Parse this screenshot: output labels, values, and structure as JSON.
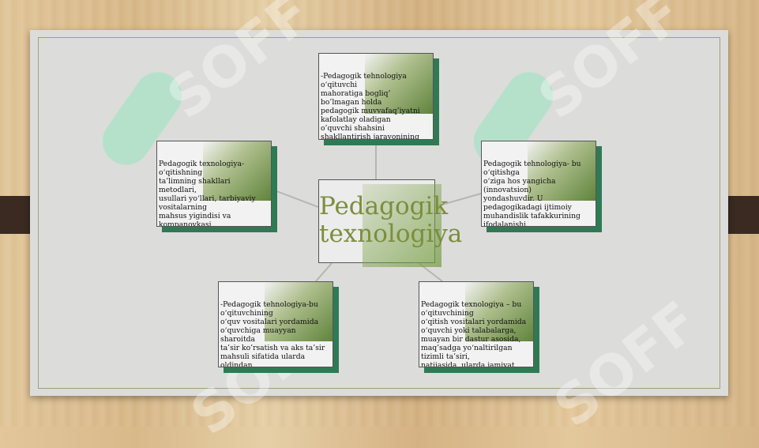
{
  "center": {
    "title": "Pedagogik\ntexnologiya"
  },
  "boxes": [
    {
      "text": "-Pedagogik tehnologiya o‘qituvchi\nmahoratiga bogliq’\nbo’lmagan holda\npedagogik muvvafaq’iyatni\nkafolatlay oladigan\no’quvchi shahsini\nshakllantirish jarayonining\nloyihasidir.\n (V.P.Bespalko)"
    },
    {
      "text": " Pedagogik texnologiya-o‘qitishning\n ta’limning shakllari metodlari,\n usullari yo‘llari, tarbiyaviy vositalarning\nmahsus yigindisi va kompanovkasi\n(joylashuvi)ni belgilovchi psihologik\n- tartiblar (ustanovka) lar majmuasi;\n   u pedagogik jarayonning tashkiliy\nuslubiy vositalaridan iborat\n(B.T.Lixachev)"
    },
    {
      "text": "Pedagogik tehnologiya- bu o‘qitishga\n o‘ziga hos  yangicha (innovatsion)\nyondashuvdir. U pedagogikadagi ijtimoiy\n muhandislik tafakkurining  ifodalanishi.\nTehnokratik  ilmiy ongning pedagogika\n sohasiga ko‘chirilgan tasviri, ta’lim\njarayonining  muayyan standartlashuvi\nhisoblanadi.\n(B.L. Faberman)"
    },
    {
      "text": "-Pedagogik tehnologiya-bu o‘qituvchining\no‘quv vositalari yordamida\no‘quvchiga muayyan sharoitda\n ta’sir ko’rsatish va aks ta’sir\nmahsuli sifatida ularda oldindan\nbelgilangan shahs sifatlarining\n jadal shakllanganligini kafolatlaydigan\n jarayondir.\n(N.Saidahmedov)"
    },
    {
      "text": "Pedagogik texnologiya – bu o‘qituvchining\n o‘qitish vositalari yordamida\no‘quvchi yoki talabalarga,\nmuayan bir dastur asosida,\nmaq’sadga yo‘naltirilgan tizimli ta’siri,\nnatijasida, ularda jamiyat uchun\n zarur va oldindan belgilangan\n ijtimoiy sifatlarni shakllantiruvchi,\nma’rifiy tadbir.\n(B.Ziyomuhammedov)"
    }
  ],
  "watermark": "SOFF"
}
